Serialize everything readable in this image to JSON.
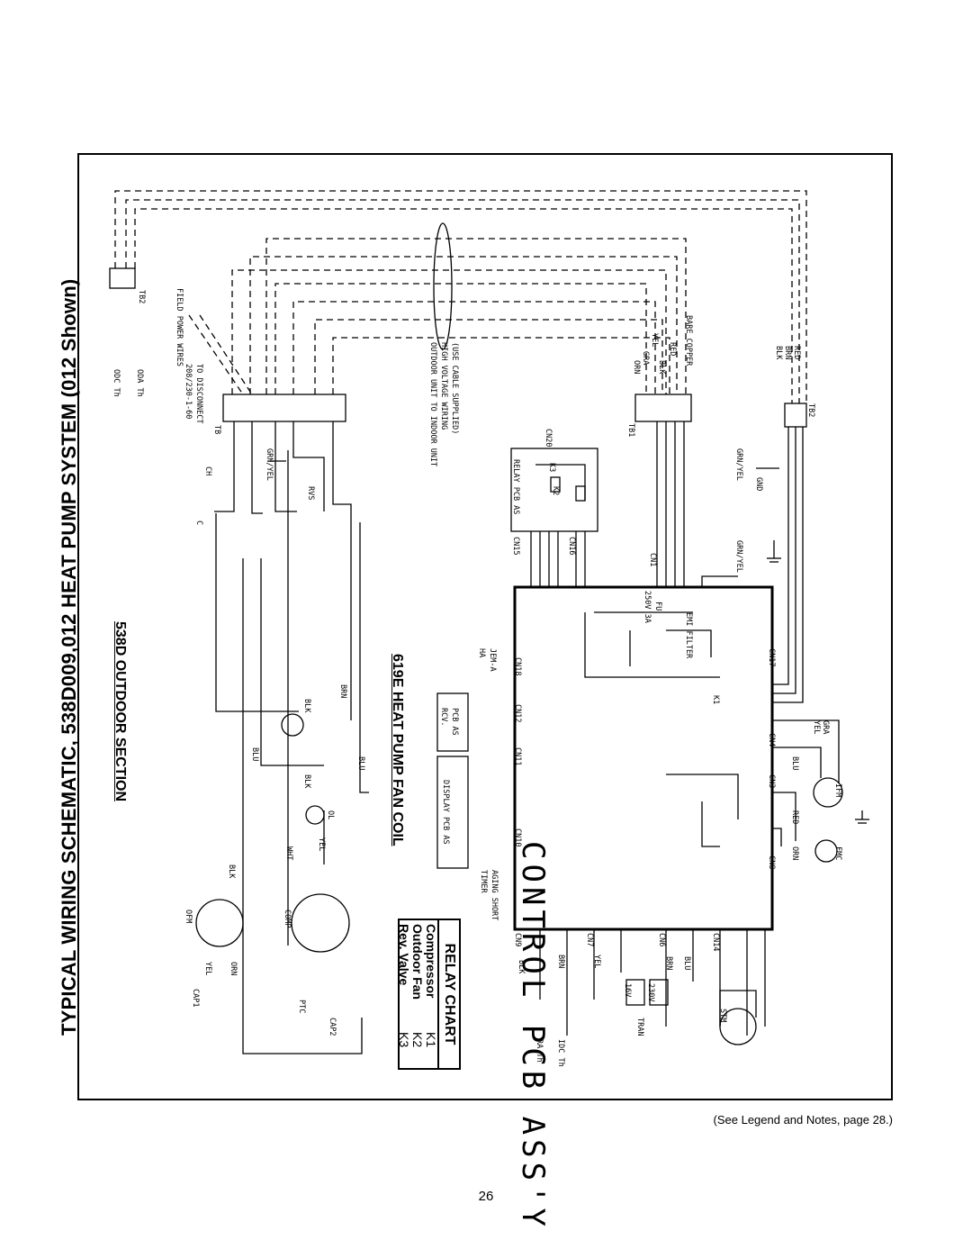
{
  "title": "TYPICAL WIRING SCHEMATIC, 538D009,012 HEAT PUMP SYSTEM (012 Shown)",
  "sections": {
    "outdoor": "538D OUTDOOR SECTION",
    "indoor": "619E HEAT PUMP FAN COIL"
  },
  "control_pcb": "CONTROL PCB ASS'Y",
  "relay_chart": {
    "title": "RELAY CHART",
    "rows": [
      {
        "name": "Compressor",
        "relay": "K1"
      },
      {
        "name": "Outdoor Fan",
        "relay": "K2"
      },
      {
        "name": "Rev. Valve",
        "relay": "K3"
      }
    ]
  },
  "labels": {
    "field_power": "FIELD POWER WIRES",
    "disconnect_1": "208/230-1-60",
    "disconnect_2": "TO DISCONNECT",
    "tb": "TB",
    "tb1": "TB1",
    "tb2": "TB2",
    "odc_th": "ODC Th",
    "oda_th": "ODA Th",
    "outdoor_to_indoor_1": "OUTDOOR UNIT TO INDOOR UNIT",
    "outdoor_to_indoor_2": "HIGH VOLTAGE WIRING",
    "outdoor_to_indoor_3": "(USE CABLE SUPPLIED)",
    "relay_pcb": "RELAY PCB AS",
    "rcv_pcb_1": "RCV.",
    "rcv_pcb_2": "PCB AS",
    "display_pcb": "DISPLAY PCB AS",
    "timer": "TIMER",
    "aging_short": "AGING SHORT",
    "ha_1": "HA",
    "ha_2": "JEM-A",
    "fuse_1": "250V 3A",
    "fuse_2": "FU",
    "emi_filter": "EMI FILTER",
    "bare_copper": "BARE COPPER",
    "gnd": "GND",
    "ofm": "OFM",
    "comp": "COMP",
    "cap1": "CAP1",
    "cap2": "CAP2",
    "ptc": "PTC",
    "ch": "CH",
    "rvs": "RVS",
    "ol": "OL",
    "c": "C",
    "ifm": "IFM",
    "fmc": "FMC",
    "stm": "STM",
    "tran": "TRAN",
    "v16": "16V",
    "v230": "230V",
    "ra_th": "RA Th",
    "idc_th": "IDC Th",
    "cn1": "CN1",
    "cn3": "CN3",
    "cn4": "CN4",
    "cn6": "CN6",
    "cn7": "CN7",
    "cn8": "CN8",
    "cn9": "CN9",
    "cn10": "CN10",
    "cn11": "CN11",
    "cn12": "CN12",
    "cn14": "CN14",
    "cn15": "CN15",
    "cn16": "CN16",
    "cn17": "CN17",
    "cn18": "CN18",
    "cn20": "CN20",
    "k1": "K1",
    "k2": "K2",
    "k3": "K3",
    "blk": "BLK",
    "brn": "BRN",
    "red": "RED",
    "blu": "BLU",
    "yel": "YEL",
    "orn": "ORN",
    "wht": "WHT",
    "gra": "GRA",
    "grn_yel": "GRN/YEL"
  },
  "footer_note": "(See Legend and Notes, page 28.)",
  "page_number": "26"
}
